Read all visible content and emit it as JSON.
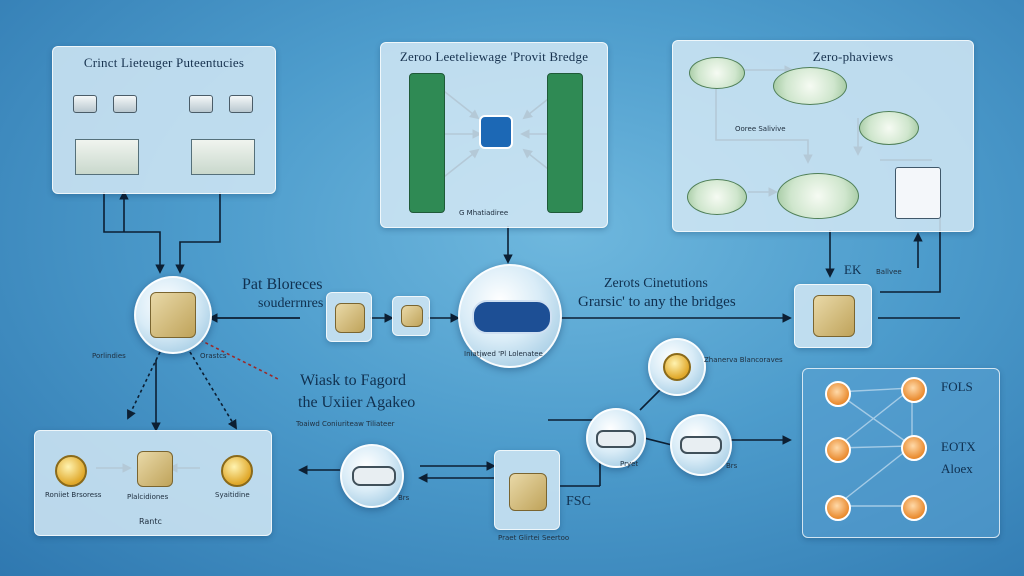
{
  "panels": {
    "top_left_title": "Crinct Lieteuger Puteentucies",
    "top_center_title": "Zeroo Leeteliewage 'Provit Bredge",
    "top_center_caption": "G Mhatiadiree",
    "top_right_title": "Zero-phaviews",
    "top_right_sublabel": "Ooree Salivive"
  },
  "labels": {
    "left_hub_title_line1": "Pat Bloreces",
    "left_hub_title_line2": "souderrnres",
    "center_hub_caption": "Iniatjwed 'Pl Lolenatee",
    "right_banner_line1": "Zerots Cinetutions",
    "right_banner_line2": "Grarsic' to any the bridges",
    "mid_text_line1": "Wiask to Fagord",
    "mid_text_line2": "the Uxiier Agakeo",
    "mid_text_small": "Toaiwd Coniuriteaw Tiliateer",
    "fsc_label": "FSC",
    "fsc_small": "Praet Glirtei Seertoo",
    "ek_label": "EK",
    "ek_small": "Ballvee",
    "prt_label": "Pryet",
    "brs_label": "Brs",
    "coin_right_label": "Zhanerva Blancoraves",
    "hub_left_small1": "Porlindies",
    "hub_left_small2": "Orastcs",
    "bottom_left_caption": "Rantc",
    "bottom_left_sub": "Plalcidiones",
    "bottom_left_coin1": "Roniiet Brsoress",
    "bottom_left_coin2": "Syaitidine",
    "right_people_label1": "FOLS",
    "right_people_label2": "EOTX",
    "right_people_label3": "Aloex"
  }
}
